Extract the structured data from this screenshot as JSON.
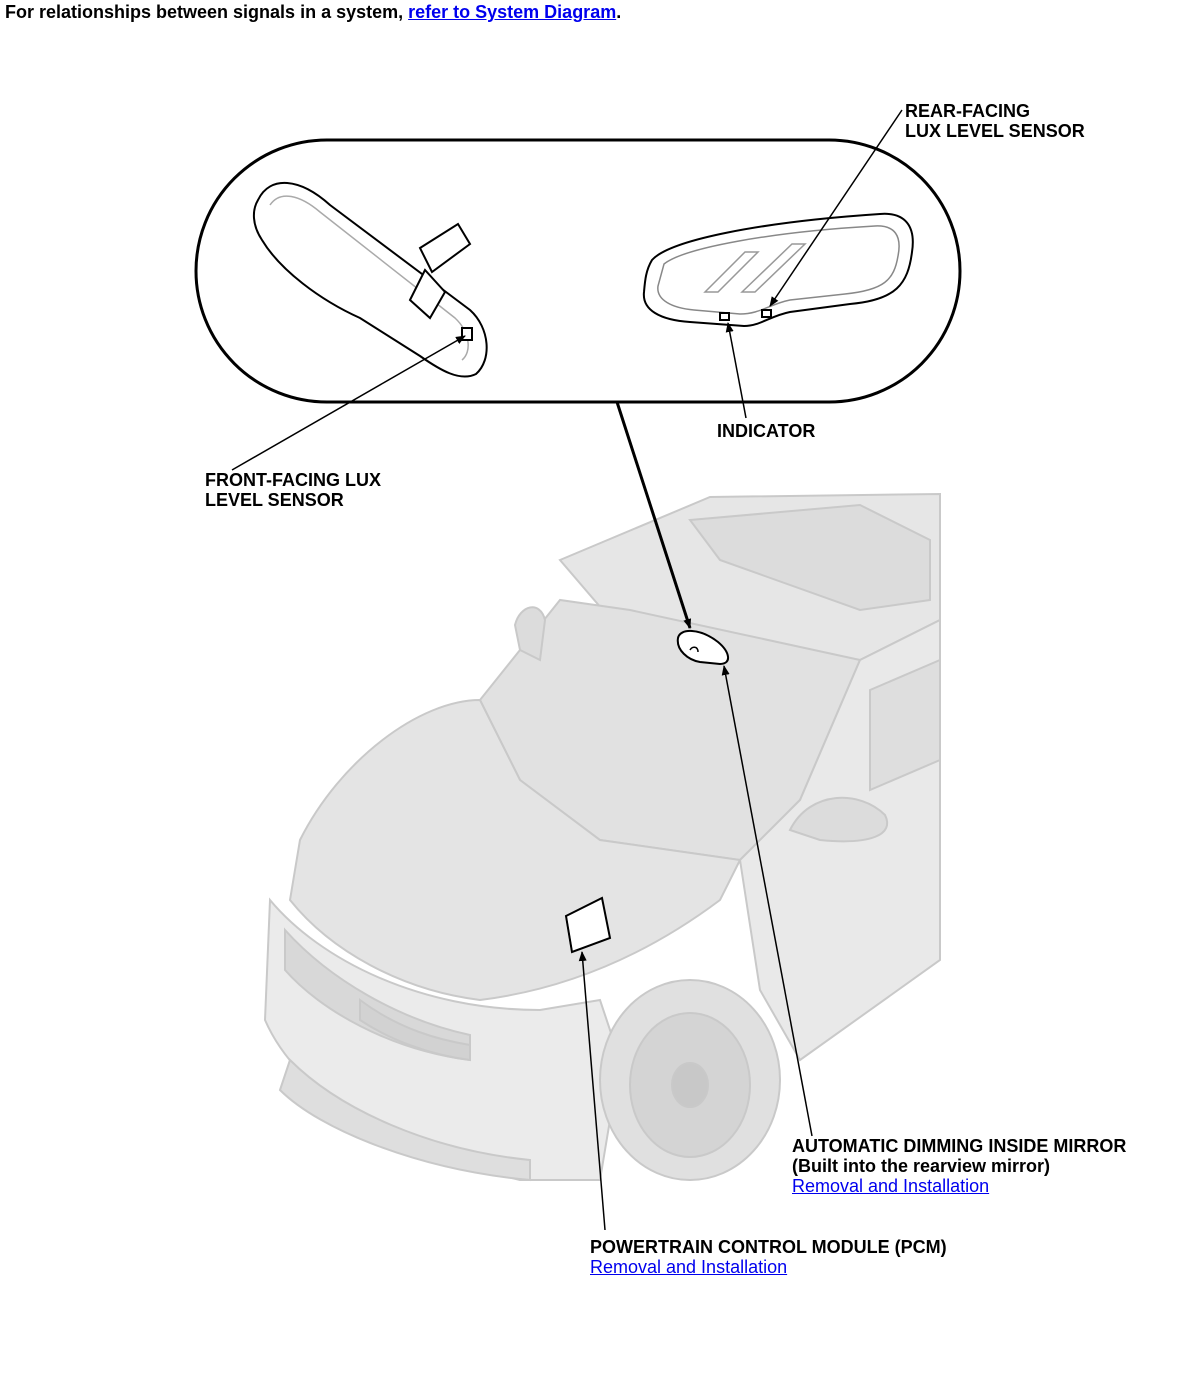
{
  "intro": {
    "text": "For relationships between signals in a system, ",
    "link": "refer to System Diagram",
    "suffix": "."
  },
  "labels": {
    "rear_sensor_line1": "REAR-FACING",
    "rear_sensor_line2": "LUX LEVEL SENSOR",
    "indicator": "INDICATOR",
    "front_sensor_line1": "FRONT-FACING LUX",
    "front_sensor_line2": "LEVEL SENSOR",
    "mirror_line1": "AUTOMATIC DIMMING INSIDE MIRROR",
    "mirror_line2": "(Built into the rearview mirror)",
    "mirror_link": "Removal and Installation",
    "pcm_line1": "POWERTRAIN CONTROL MODULE (PCM)",
    "pcm_link": "Removal and Installation"
  },
  "colors": {
    "link": "#0000ee",
    "car_fill": "#e8e8e8",
    "car_line": "#c8c8c8"
  }
}
